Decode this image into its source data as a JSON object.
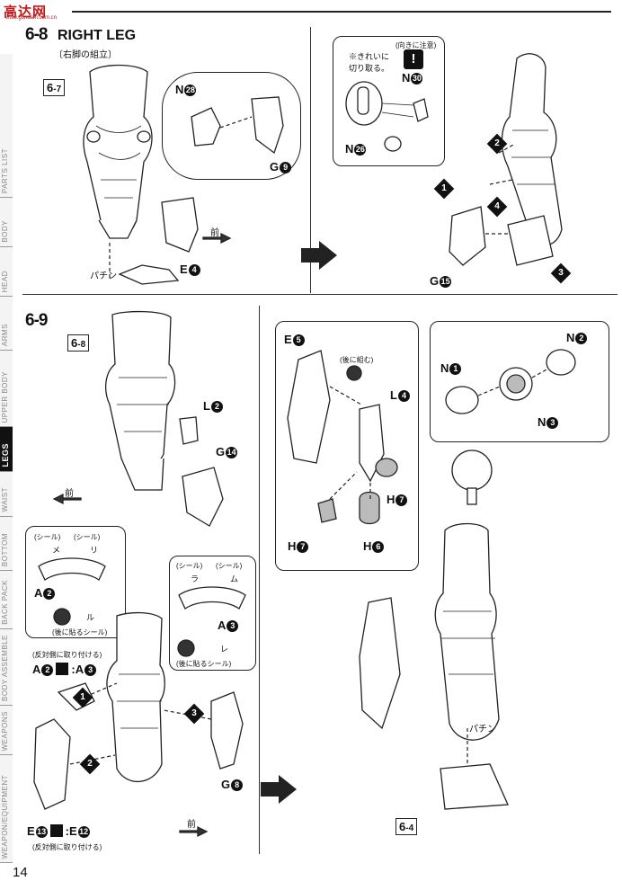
{
  "header": {
    "logo_text": "高达网",
    "logo_sub": "www.gundam.com.cn"
  },
  "side_tabs": [
    "WEAPON/EQUIPMENT",
    "WEAPONS",
    "BODY ASSEMBLE",
    "BACK PACK",
    "BOTTOM",
    "WAIST",
    "LEGS",
    "UPPER BODY",
    "ARMS",
    "HEAD",
    "BODY",
    "PARTS LIST"
  ],
  "section_68": {
    "number": "6-8",
    "title": "RIGHT LEG",
    "subtitle": "〔右脚の組立〕",
    "ref_tag": {
      "main": "6",
      "sub": "-7"
    },
    "labels": {
      "n28": "N",
      "n28_num": "28",
      "g9": "G",
      "g9_num": "9",
      "e4": "E",
      "e4_num": "4",
      "pachin": "パチン",
      "mae": "前",
      "notice": "(向きに注意)",
      "kireini": "※きれいに\n切り取る。",
      "n30": "N",
      "n30_num": "30",
      "n26": "N",
      "n26_num": "26",
      "g15": "G",
      "g15_num": "15"
    },
    "steps": [
      "1",
      "2",
      "3",
      "4"
    ]
  },
  "section_69": {
    "number": "6-9",
    "ref_tag_top": {
      "main": "6",
      "sub": "-8"
    },
    "ref_tag_bottom": {
      "main": "6",
      "sub": "-4"
    },
    "labels": {
      "l2": "L",
      "l2_num": "2",
      "g14": "G",
      "g14_num": "14",
      "mae": "前",
      "seal": "(シール)",
      "seal_me": "メ",
      "seal_ri": "リ",
      "seal_ra": "ラ",
      "seal_mu": "ム",
      "seal_ru": "ル",
      "seal_re": "レ",
      "a2": "A",
      "a2_num": "2",
      "a3": "A",
      "a3_num": "3",
      "after_seal": "(後に貼るシール)",
      "hantai_top": "(反対側に取り付ける)",
      "hantai_bottom": "(反対側に取り付ける)",
      "a2a3_left": "A",
      "a2a3_left_num": "2",
      "a2a3_right": "A",
      "a2a3_right_num": "3",
      "e13": "E",
      "e13_num": "13",
      "e12": "E",
      "e12_num": "12",
      "g8": "G",
      "g8_num": "8",
      "e5": "E",
      "e5_num": "5",
      "after_combine": "(後に組む)",
      "l4": "L",
      "l4_num": "4",
      "h7a": "H",
      "h7a_num": "7",
      "h7b": "H",
      "h7b_num": "7",
      "h6": "H",
      "h6_num": "6",
      "n1": "N",
      "n1_num": "1",
      "n2": "N",
      "n2_num": "2",
      "n3": "N",
      "n3_num": "3",
      "pachin": "パチン"
    },
    "steps": [
      "1",
      "2",
      "3"
    ]
  },
  "footer": {
    "page_number": "14"
  },
  "colors": {
    "logo": "#c0181a",
    "ink": "#111111",
    "tab_active": "#111111"
  }
}
